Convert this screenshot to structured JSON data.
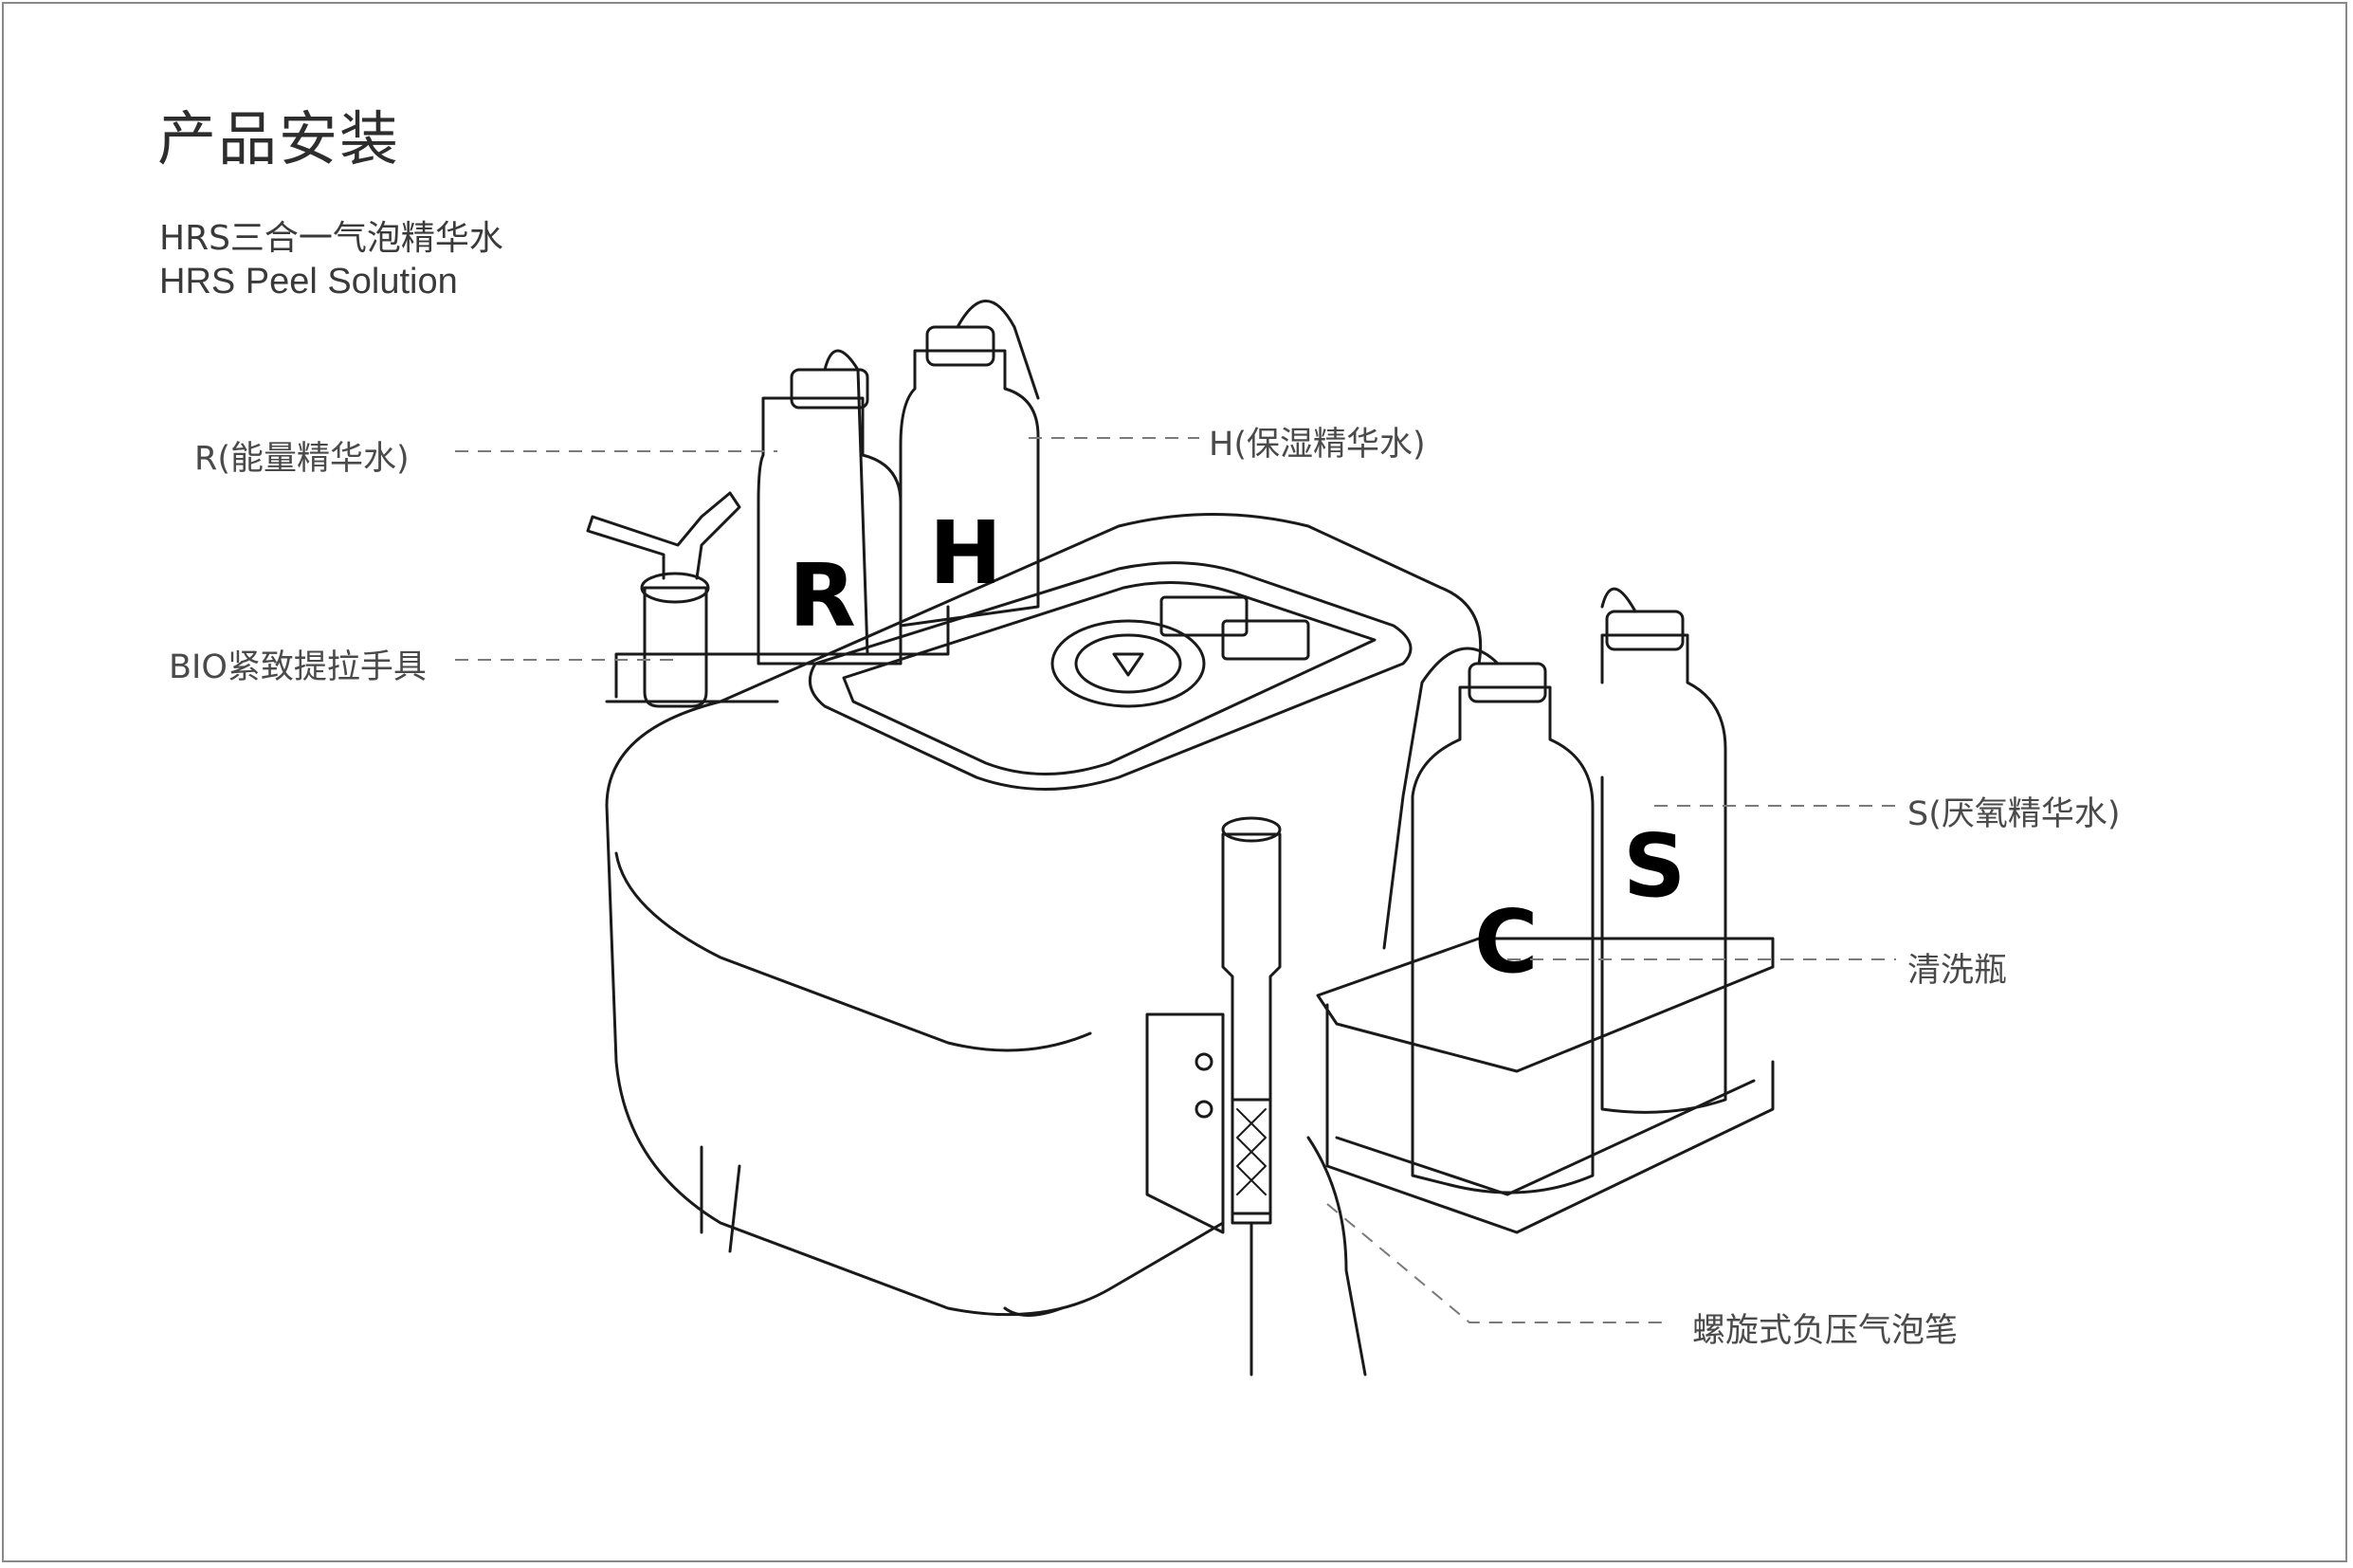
{
  "page": {
    "title": "产品安装",
    "subtitle_cn": "HRS三合一气泡精华水",
    "subtitle_en": "HRS Peel Solution"
  },
  "callouts": {
    "r_bottle": "R(能量精华水)",
    "h_bottle": "H(保湿精华水)",
    "bio_handle": "BIO紧致提拉手具",
    "s_bottle": "S(厌氧精华水)",
    "cleaning_bottle": "清洗瓶",
    "spiral_pen": "螺旋式负压气泡笔"
  },
  "bottle_letters": {
    "r": "R",
    "h": "H",
    "c": "C",
    "s": "S"
  },
  "colors": {
    "line": "#1a1a1a",
    "leader": "#7a7a7a",
    "frame": "#8a8a8a"
  }
}
